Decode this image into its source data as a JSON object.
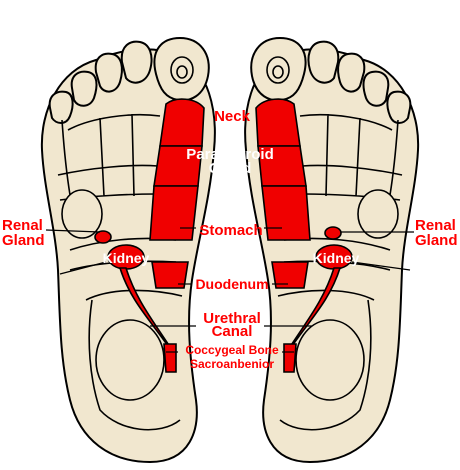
{
  "diagram": {
    "labels": {
      "neck": "Neck",
      "parathyroid_line1": "Paralthyroid",
      "parathyroid_line2": "Gland",
      "stomach": "Stomach",
      "renal_left_line1": "Renal",
      "renal_left_line2": "Gland",
      "renal_right_line1": "Renal",
      "renal_right_line2": "Gland",
      "kidney_left": "Kidney",
      "kidney_right": "Kidney",
      "duodenum": "Duodenum",
      "urethral_line1": "Urethral",
      "urethral_line2": "Canal",
      "coccygeal": "Coccygeal Bone",
      "sacroanbenior": "Sacroanbenior"
    },
    "colors": {
      "skin": "#f1e7cf",
      "highlight": "#f00000",
      "label": "#ff0000",
      "outline": "#000000"
    }
  }
}
